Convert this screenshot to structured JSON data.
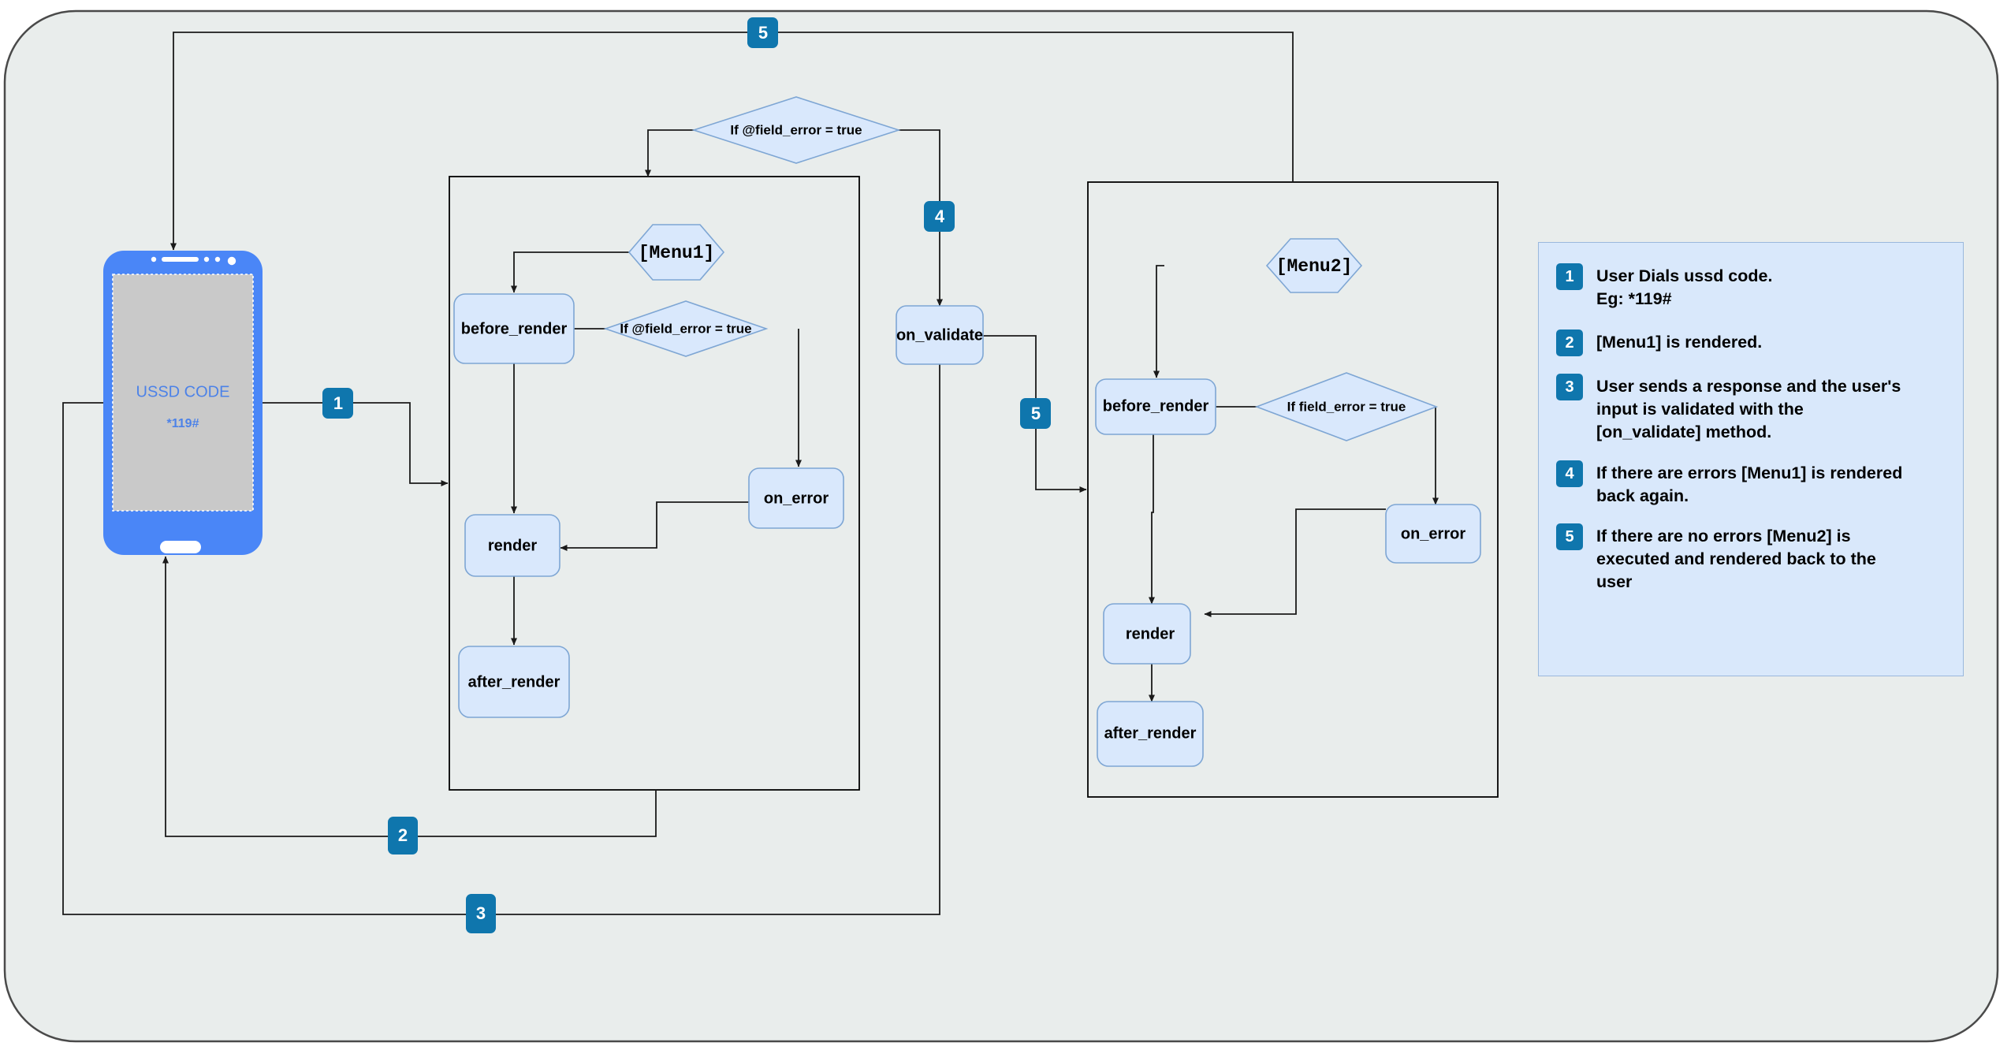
{
  "colors": {
    "canvas_background": "#e9edec",
    "frame_border": "#4a4a4a",
    "node_fill": "#d9e8fc",
    "node_border": "#7ea6d4",
    "group_border": "#000000",
    "badge_blue": "#0f76ad",
    "phone_body": "#4a86f7",
    "phone_screen": "#c9c9c9",
    "phone_text": "#4c82e8",
    "legend_fill": "#d9e8fb",
    "legend_border": "#9ab8dd",
    "connector": "#1a1a1a"
  },
  "phone": {
    "name": "ussd-phone-mockup",
    "screen_title": "USSD CODE",
    "screen_code": "*119#"
  },
  "flow_badges": [
    {
      "id": "badge-1",
      "label": "1"
    },
    {
      "id": "badge-2",
      "label": "2"
    },
    {
      "id": "badge-3",
      "label": "3"
    },
    {
      "id": "badge-4",
      "label": "4"
    },
    {
      "id": "badge-5-top",
      "label": "5"
    },
    {
      "id": "badge-5-mid",
      "label": "5"
    }
  ],
  "menu1_group": {
    "name": "menu1-group",
    "hexagon": "[Menu1]",
    "before_render": "before_render",
    "condition": "If @field_error = true",
    "on_error": "on_error",
    "render": "render",
    "after_render": "after_render"
  },
  "menu2_group": {
    "name": "menu2-group",
    "hexagon": "[Menu2]",
    "before_render": "before_render",
    "condition": "If field_error = true",
    "on_error": "on_error",
    "render": "render",
    "after_render": "after_render"
  },
  "top_condition": "If @field_error = true",
  "on_validate": "on_validate",
  "legend": {
    "items": [
      {
        "num": "1",
        "text": "User Dials ussd code.\nEg: *119#"
      },
      {
        "num": "2",
        "text": "[Menu1] is rendered."
      },
      {
        "num": "3",
        "text": "User sends a response and the user's\ninput is validated with the\n[on_validate] method."
      },
      {
        "num": "4",
        "text": "If there are errors [Menu1] is rendered\nback again."
      },
      {
        "num": "5",
        "text": "If there are no errors [Menu2] is\nexecuted and rendered back to the\nuser"
      }
    ]
  }
}
